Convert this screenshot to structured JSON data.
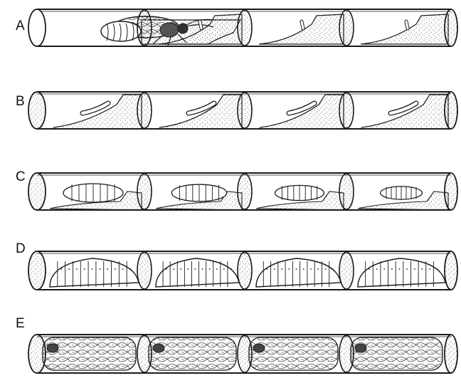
{
  "rows": [
    {
      "label": "A",
      "stage": "egg"
    },
    {
      "label": "B",
      "stage": "young-larva"
    },
    {
      "label": "C",
      "stage": "feeding-larva"
    },
    {
      "label": "D",
      "stage": "mature-larva"
    },
    {
      "label": "E",
      "stage": "cocoon"
    }
  ],
  "cells_per_row": 4,
  "colors": {
    "ink": "#1a1a1a",
    "paper": "#ffffff",
    "pollen_dot": "#333333"
  }
}
